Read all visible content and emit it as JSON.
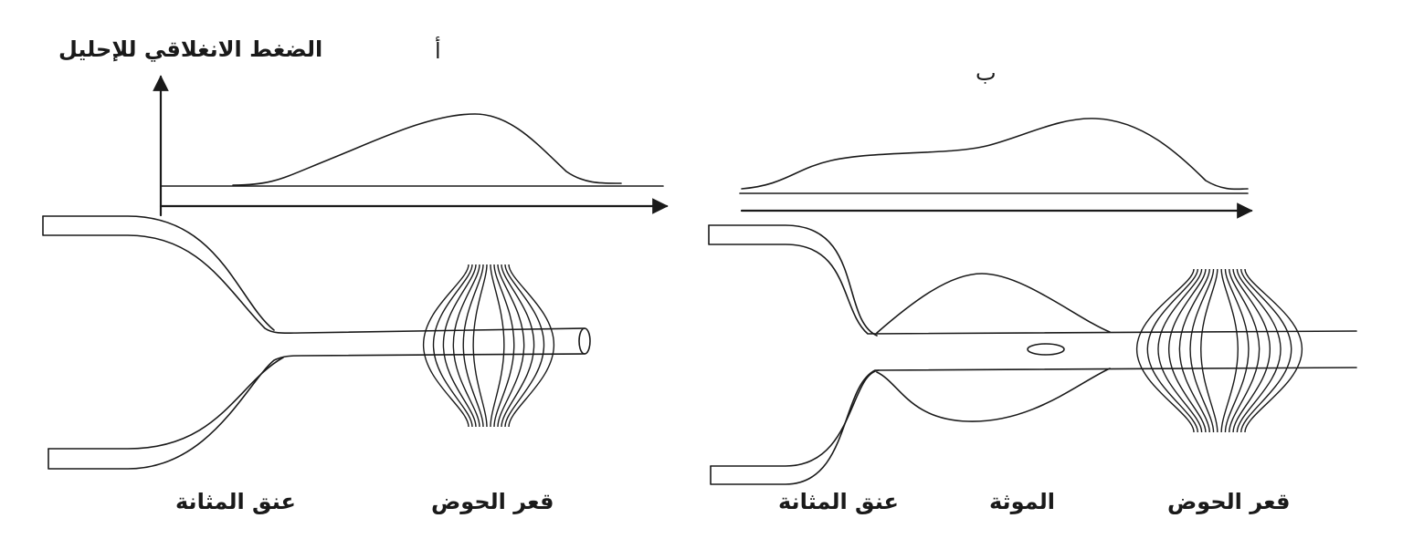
{
  "y_axis_label": "الضغط الانغلاقي للإحليل",
  "panels": [
    {
      "id": "a",
      "letter": "أ",
      "labels": {
        "bladder_neck": "عنق المثانة",
        "pelvic_floor": "قعر الحوض"
      }
    },
    {
      "id": "b",
      "letter": "ب",
      "labels": {
        "bladder_neck": "عنق المثانة",
        "prostate": "الموثة",
        "pelvic_floor": "قعر الحوض"
      }
    }
  ],
  "colors": {
    "line": "#1a1a1a",
    "background": "#ffffff"
  }
}
